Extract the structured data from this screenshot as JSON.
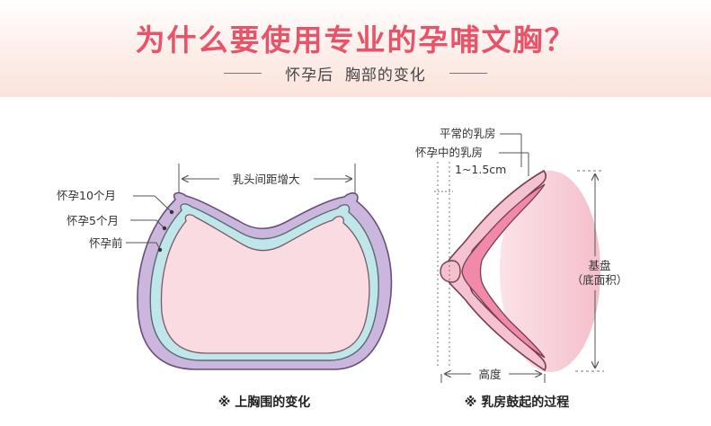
{
  "header": {
    "title": "为什么要使用专业的孕哺文胸？",
    "subtitle": "怀孕后  胸部的变化"
  },
  "left_diagram": {
    "top_label": "乳头间距增大",
    "layers": [
      "怀孕10个月",
      "怀孕5个月",
      "怀孕前"
    ],
    "caption": "※ 上胸围的变化",
    "colors": {
      "outer": "#c9b6dc",
      "middle": "#b9e4e6",
      "inner": "#f9dce1"
    }
  },
  "right_diagram": {
    "labels": [
      "平常的乳房",
      "怀孕中的乳房",
      "1~1.5cm"
    ],
    "base_label": "基盘",
    "base_sub": "（底面积）",
    "height_label": "高度",
    "caption": "※ 乳房鼓起的过程",
    "colors": {
      "breast": "#f4b3c1",
      "ellipse": "#f8d2da",
      "nipple": "#f1b6c2"
    }
  }
}
